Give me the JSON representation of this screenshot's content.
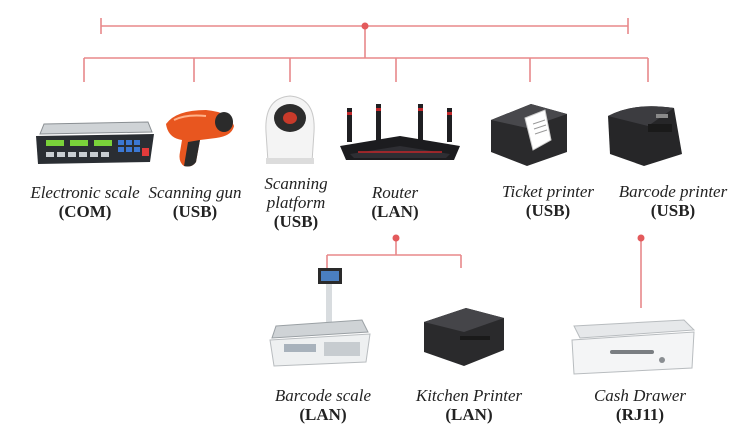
{
  "line_color": "#e8888a",
  "dot_color": "#e35a5c",
  "devices": {
    "electronic_scale": {
      "name": "Electronic scale",
      "port": "(COM)"
    },
    "scanning_gun": {
      "name": "Scanning gun",
      "port": "(USB)"
    },
    "scanning_platform": {
      "name": "Scanning\nplatform",
      "port": "(USB)"
    },
    "router": {
      "name": "Router",
      "port": "(LAN)"
    },
    "ticket_printer": {
      "name": "Ticket printer",
      "port": "(USB)"
    },
    "barcode_printer": {
      "name": "Barcode printer",
      "port": "(USB)"
    },
    "barcode_scale": {
      "name": "Barcode scale",
      "port": "(LAN)"
    },
    "kitchen_printer": {
      "name": "Kitchen Printer",
      "port": "(LAN)"
    },
    "cash_drawer": {
      "name": "Cash Drawer",
      "port": "(RJ11)"
    }
  }
}
